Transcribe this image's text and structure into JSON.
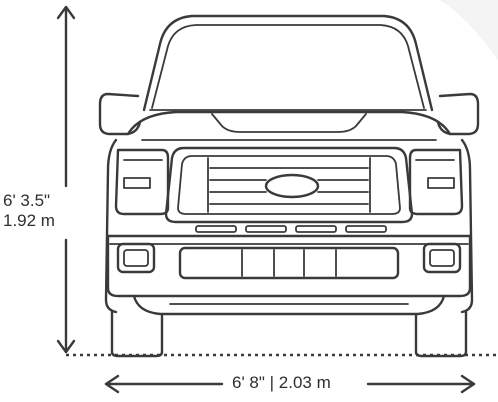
{
  "diagram": {
    "subject": "pickup-truck-front-view",
    "height_dimension": {
      "imperial": "6' 3.5\"",
      "metric": "1.92 m"
    },
    "width_dimension": {
      "label": "6' 8\" | 2.03 m"
    },
    "colors": {
      "line": "#3a3a3a",
      "background": "#ffffff"
    }
  }
}
